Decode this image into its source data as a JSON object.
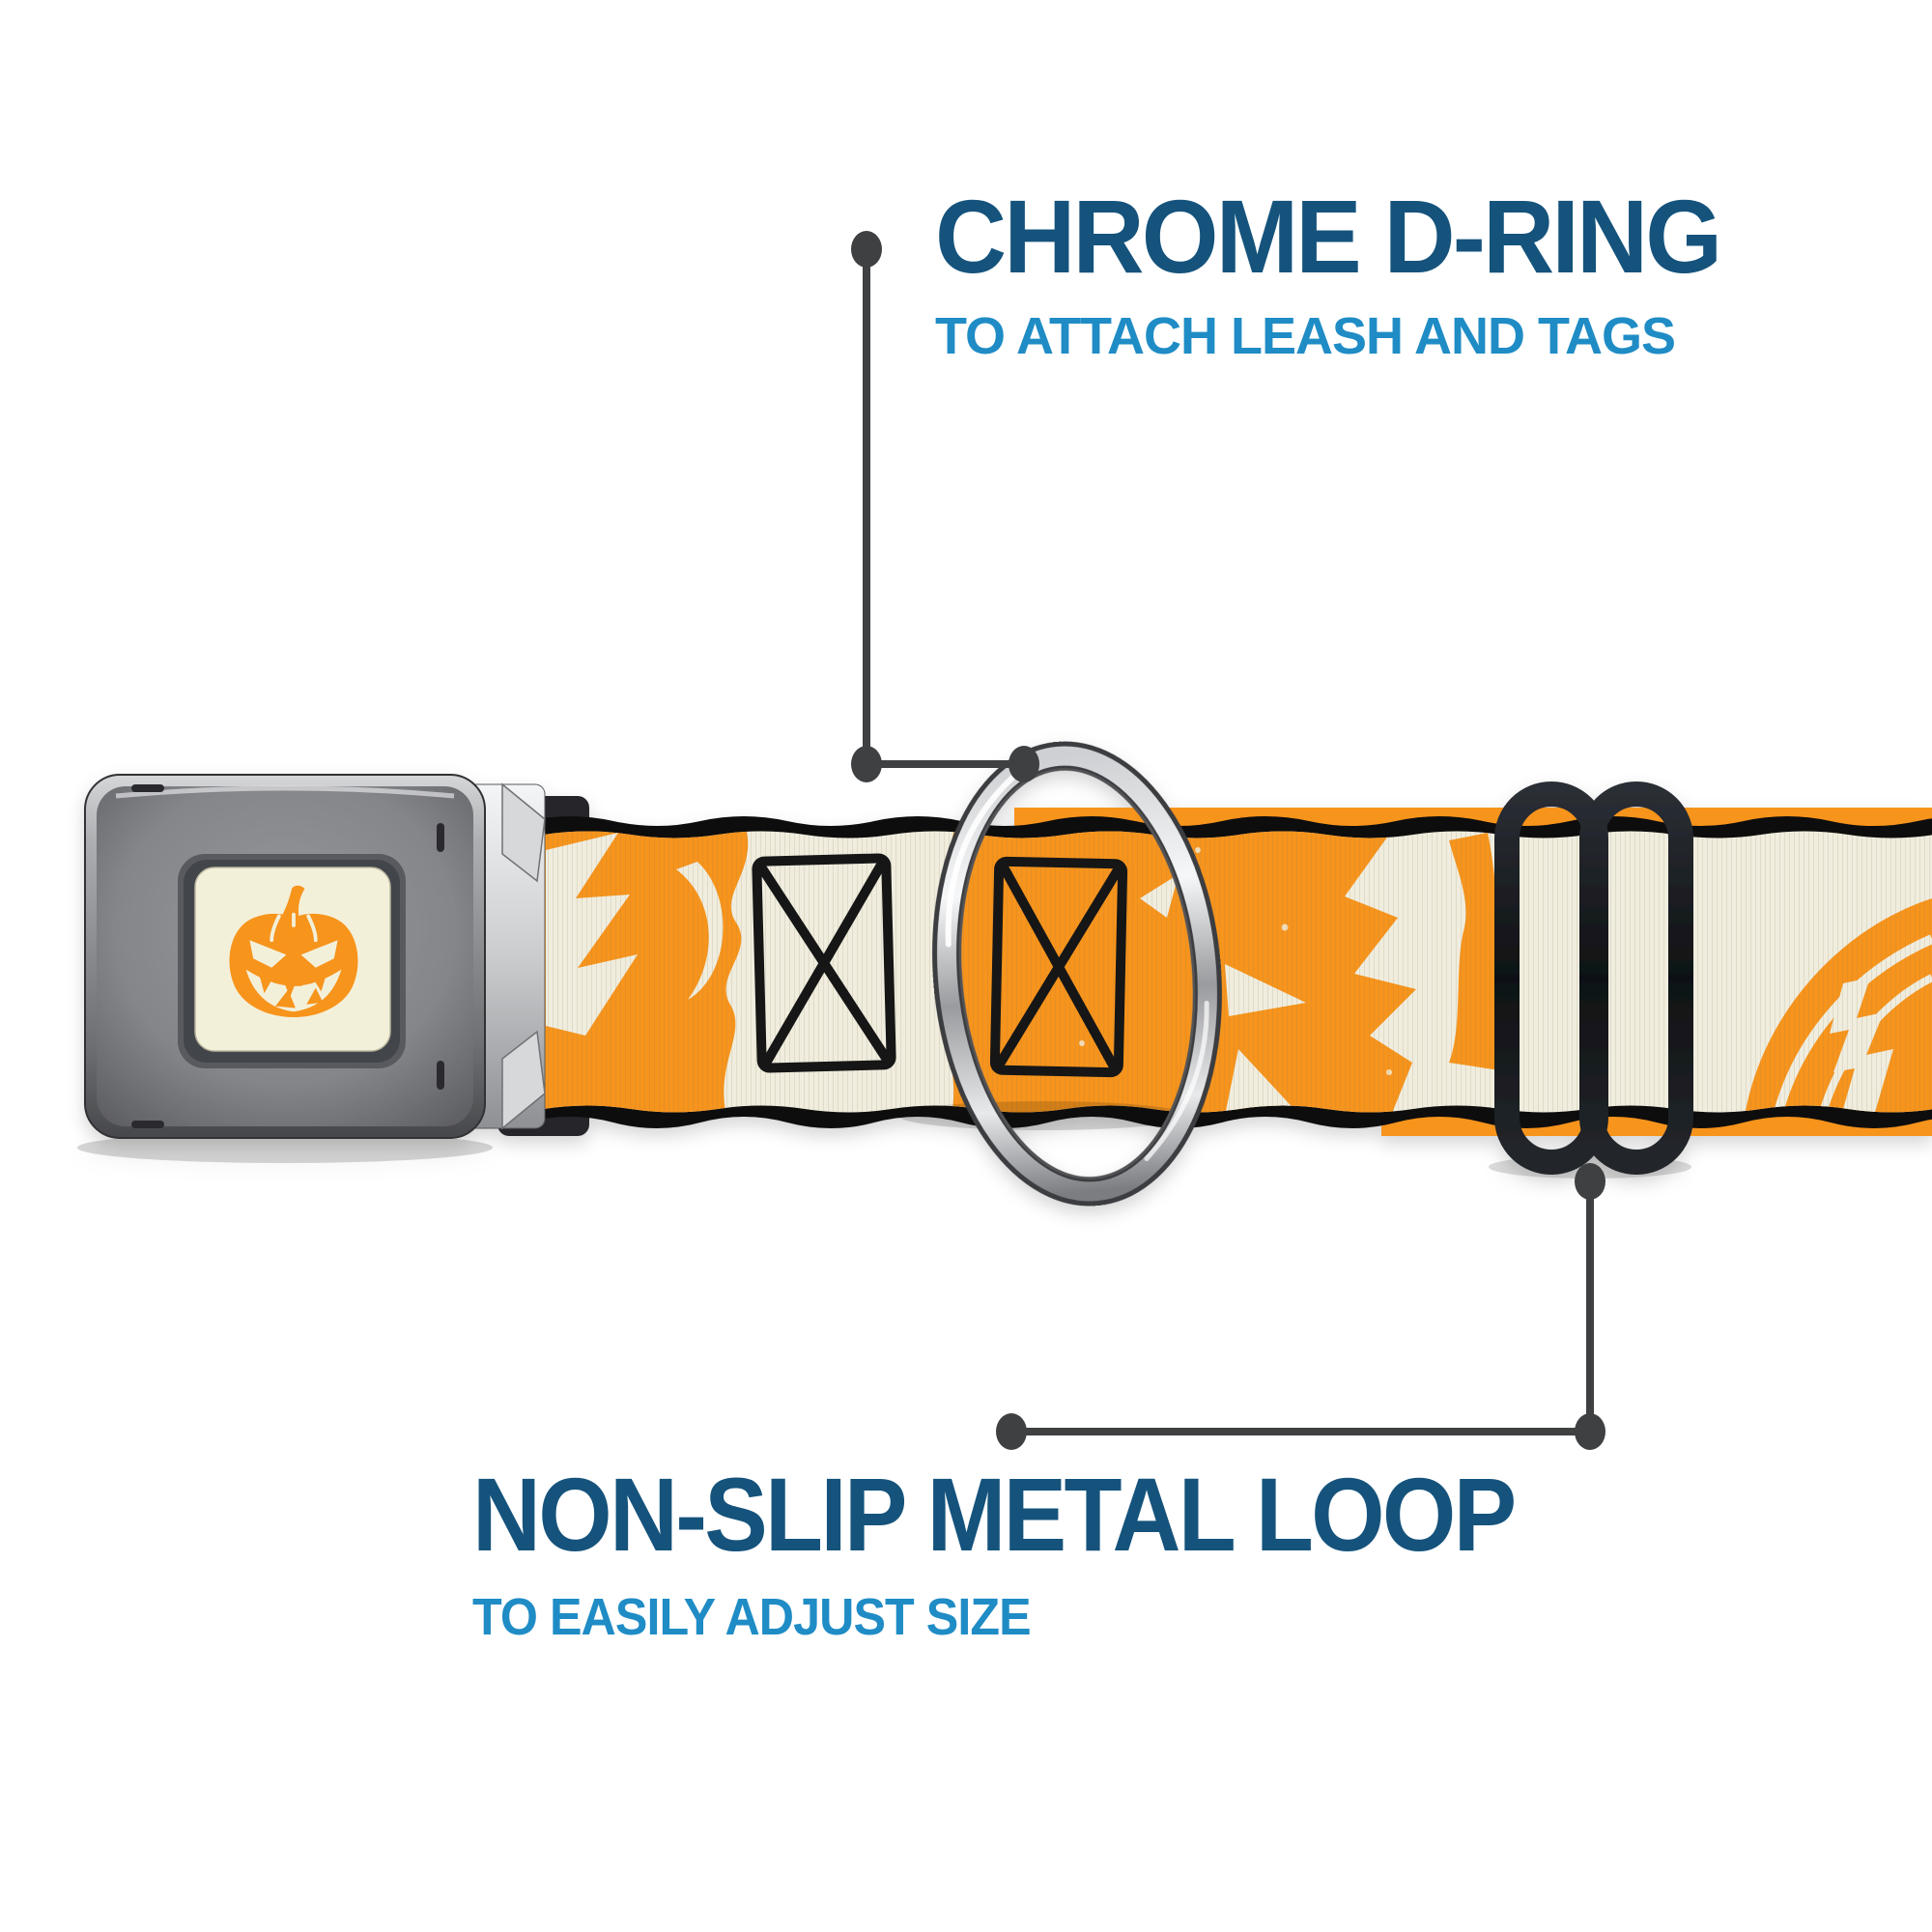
{
  "callouts": {
    "top": {
      "title": "CHROME D-RING",
      "subtitle": "TO ATTACH LEASH AND TAGS"
    },
    "bottom": {
      "title": "NON-SLIP METAL LOOP",
      "subtitle": "TO EASILY ADJUST SIZE"
    }
  },
  "product": {
    "parts": {
      "buckle": "seatbelt-buckle",
      "buckle_logo": "jack-o-lantern-pumpkin-icon",
      "d_ring": "chrome-d-ring",
      "slider": "black-metal-adjuster-loop",
      "strap": "pumpkin-print-webbing"
    }
  },
  "colors": {
    "background": "#FFFFFF",
    "title_dark_blue": "#15537C",
    "subtitle_light_blue": "#1F8CC5",
    "callout_gray": "#3E4042",
    "pattern_orange": "#F7941E",
    "webbing_cream": "#F0EDDE",
    "label_cream": "#F3F0DA",
    "hardware_black": "#17191D"
  }
}
